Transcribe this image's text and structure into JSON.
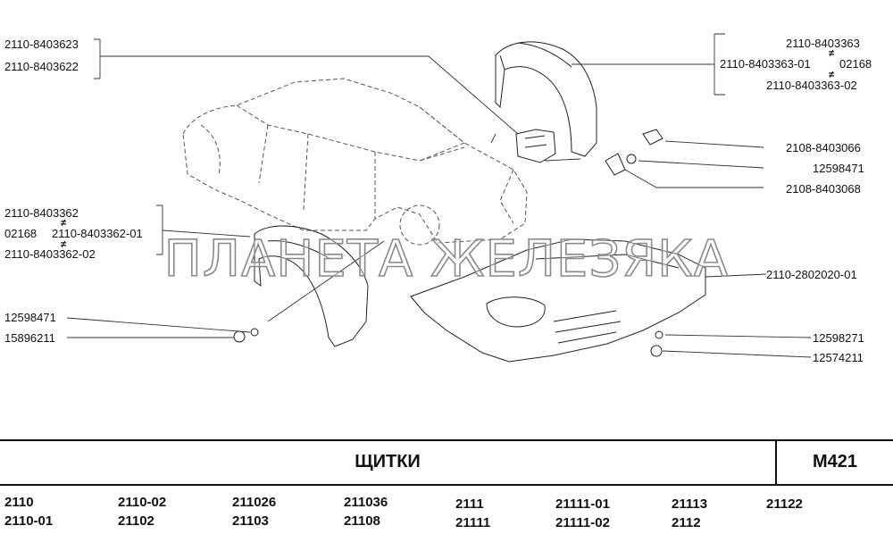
{
  "labels": {
    "l_8403623": "2110-8403623",
    "l_8403622": "2110-8403622",
    "l_8403363": "2110-8403363",
    "l_8403363_01": "2110-8403363-01",
    "l_02168_a": "02168",
    "l_8403363_02": "2110-8403363-02",
    "l_2108_8403066": "2108-8403066",
    "l_12598471_a": "12598471",
    "l_2108_8403068": "2108-8403068",
    "l_8403362": "2110-8403362",
    "l_02168_b": "02168",
    "l_8403362_01": "2110-8403362-01",
    "l_8403362_02": "2110-8403362-02",
    "l_2802020_01": "2110-2802020-01",
    "l_12598471_b": "12598471",
    "l_15896211": "15896211",
    "l_12598271": "12598271",
    "l_12574211": "12574211",
    "alt_symbol": "≠"
  },
  "watermark": "ПЛАНЕТА ЖЕЛЕЗЯКА",
  "footer": {
    "title": "ЩИТКИ",
    "code": "M421",
    "models_row1": [
      "2110",
      "2110-02",
      "211026",
      "211036",
      "2111",
      "21111-01",
      "21113",
      "21122"
    ],
    "models_row2": [
      "2110-01",
      "21102",
      "21103",
      "21108",
      "21111",
      "21111-02",
      "2112"
    ]
  }
}
